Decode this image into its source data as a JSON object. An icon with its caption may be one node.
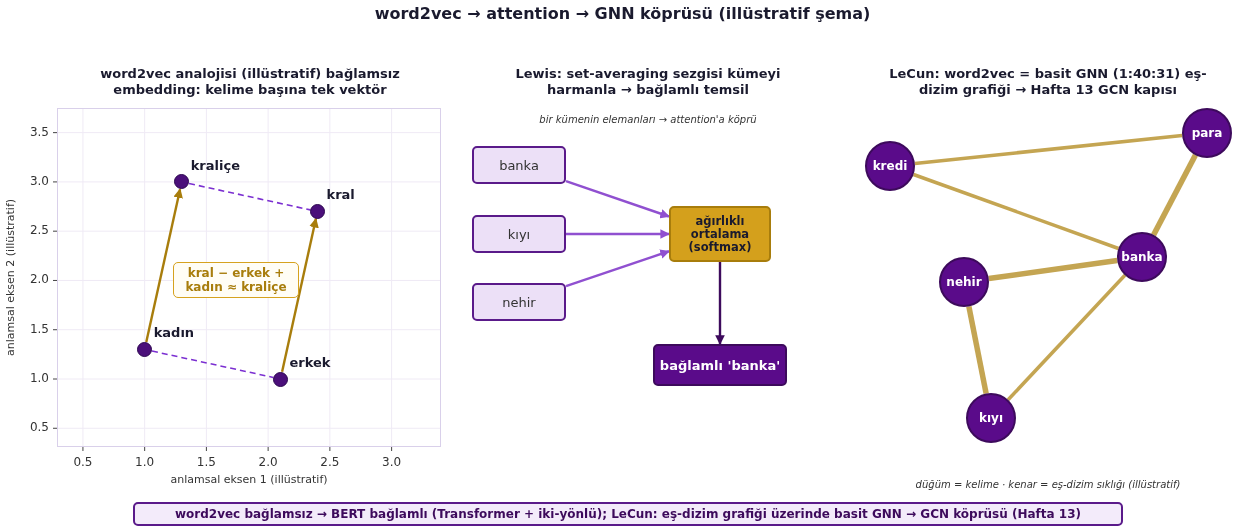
{
  "diagram": {
    "title": "word2vec → attention → GNN köprüsü  (illüstratif şema)",
    "nodes": [
      {
        "text": [],
        "shape": "circle",
        "beside": [
          "kadın"
        ]
      },
      {
        "text": [],
        "shape": "circle",
        "beside": [
          "kraliçe"
        ]
      },
      {
        "text": [],
        "shape": "circle",
        "beside": [
          "erkek"
        ]
      },
      {
        "text": [],
        "shape": "circle",
        "beside": [
          "kral"
        ]
      },
      {
        "text": [
          "kral − erkek + kadın ≈ kraliçe"
        ]
      },
      {
        "text": [
          "banka"
        ]
      },
      {
        "text": [
          "kıyı"
        ]
      },
      {
        "text": [
          "nehir"
        ]
      },
      {
        "text": [
          "ağırlıklı ortalama (softmax)"
        ]
      },
      {
        "text": [
          "bağlamlı 'banka'"
        ]
      },
      {
        "text": [
          "kredi"
        ]
      },
      {
        "text": [
          "para"
        ]
      },
      {
        "text": [
          "banka"
        ]
      },
      {
        "text": [
          "nehir"
        ]
      },
      {
        "text": [
          "kıyı"
        ]
      },
      {
        "text": [
          "word2vec bağlamsız → BERT bağlamlı (Transformer + iki-yönlü);  LeCun: eş-dizim grafiği üzerinde basit GNN → GCN köprüsü (Hafta 13)"
        ]
      }
    ],
    "edges": [
      {
        "from": 0,
        "to": 1,
        "arrow": "to",
        "color": "#a87d0c"
      },
      {
        "from": 2,
        "to": 3,
        "arrow": "to",
        "color": "#a87d0c"
      },
      {
        "from": 1,
        "to": 3,
        "arrow": "none",
        "style": "dashed",
        "color": "#7b2fd1"
      },
      {
        "from": 0,
        "to": 2,
        "arrow": "none",
        "style": "dashed",
        "color": "#7b2fd1"
      },
      {
        "from": 5,
        "to": 8,
        "arrow": "to",
        "color": "#9050d0"
      },
      {
        "from": 6,
        "to": 8,
        "arrow": "to",
        "color": "#9050d0"
      },
      {
        "from": 7,
        "to": 8,
        "arrow": "to",
        "color": "#9050d0"
      },
      {
        "from": 8,
        "to": 9,
        "arrow": "to",
        "color": "#3d0a5c"
      },
      {
        "from": 10,
        "to": 11,
        "arrow": "none"
      },
      {
        "from": 10,
        "to": 12,
        "arrow": "none"
      },
      {
        "from": 11,
        "to": 12,
        "arrow": "none",
        "style": "thick"
      },
      {
        "from": 13,
        "to": 12,
        "arrow": "none",
        "style": "thick"
      },
      {
        "from": 13,
        "to": 14,
        "arrow": "none",
        "style": "thick"
      },
      {
        "from": 14,
        "to": 12,
        "arrow": "none"
      }
    ],
    "labels": [
      "Lewis: set-averaging sezgisi kümeyi harmanla → bağlamlı temsil",
      "bir kümenin elemanları → attention'a köprü",
      "LeCun: word2vec = basit GNN (1:40:31) eş-dizim grafiği → Hafta 13 GCN kapısı",
      "düğüm = kelime · kenar = eş-dizim sıklığı (illüstratif)"
    ],
    "chart_data": {
      "type": "scatter",
      "title": "word2vec analojisi (illüstratif) bağlamsız embedding: kelime başına tek vektör",
      "xlabel": "anlamsal eksen 1 (illüstratif)",
      "ylabel": "anlamsal eksen 2 (illüstratif)",
      "x": [
        1.0,
        1.3,
        2.1,
        2.4
      ],
      "series": [
        {
          "color": "#4b0f7a",
          "values": [
            1.3,
            3.0,
            1.0,
            2.7
          ]
        }
      ],
      "xlim": [
        0.29,
        3.4
      ],
      "ylim": [
        0.31,
        3.75
      ],
      "grid": true,
      "xticks": [
        0.5,
        {
          "value": 1,
          "label": "1.0"
        },
        1.5,
        {
          "value": 2,
          "label": "2.0"
        },
        2.5,
        {
          "value": 3,
          "label": "3.0"
        }
      ],
      "yticks": [
        0.5,
        {
          "value": 1,
          "label": "1.0"
        },
        1.5,
        {
          "value": 2,
          "label": "2.0"
        },
        2.5,
        {
          "value": 3,
          "label": "3.0"
        },
        3.5
      ]
    }
  }
}
